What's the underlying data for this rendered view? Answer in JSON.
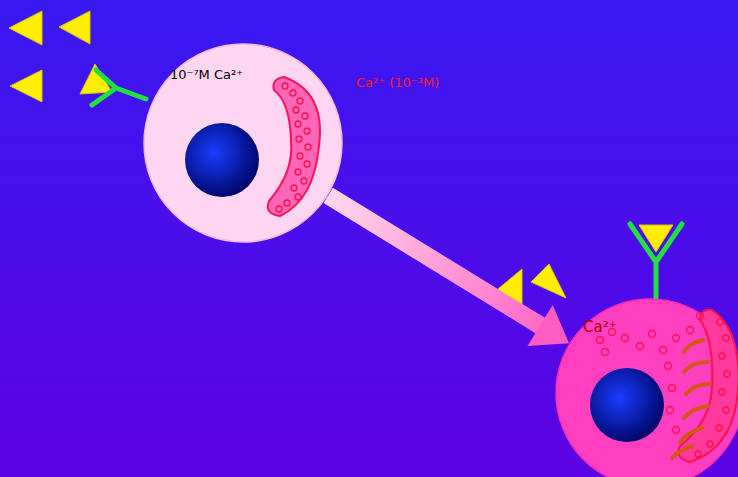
{
  "diagram": {
    "nodes": [
      {
        "text": [
          "10⁻⁷M Ca²⁺"
        ]
      },
      {
        "text": [
          "Ca²⁺"
        ]
      }
    ],
    "edges": [
      {
        "from": 0,
        "to": 1,
        "arrow": "to"
      }
    ],
    "labels": [
      "Ca²⁺ (10⁻³M)"
    ]
  }
}
